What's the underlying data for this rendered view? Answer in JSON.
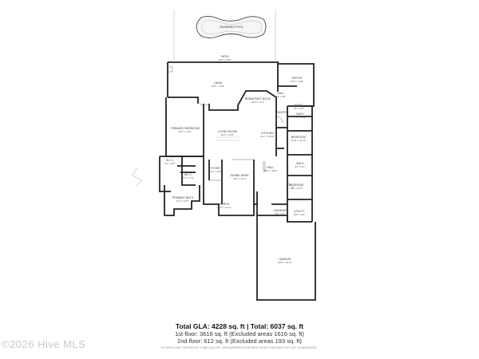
{
  "pool": {
    "name": "SWIMMING POOL"
  },
  "rooms": [
    {
      "id": "patio",
      "name": "PATIO",
      "dims": "33'0\" x 28'7\""
    },
    {
      "id": "office",
      "name": "OFFICE",
      "dims": "12'8\" x 13'0\""
    },
    {
      "id": "lanai",
      "name": "LANAI",
      "dims": "40'2\" x 16'6\""
    },
    {
      "id": "breakfast",
      "name": "BREAKFAST NOOK",
      "dims": "10'11\" x 9'7\""
    },
    {
      "id": "hall1",
      "name": "HALL",
      "dims": "15' x 3'8\""
    },
    {
      "id": "bath1",
      "name": "BATH",
      "dims": "7'9\" x 5'6\""
    },
    {
      "id": "primary-bedroom",
      "name": "PRIMARY BEDROOM",
      "dims": "16'4\" x 21'6\""
    },
    {
      "id": "living",
      "name": "LIVING ROOM",
      "dims": "19'0\" x 19'2\""
    },
    {
      "id": "kitchen",
      "name": "KITCHEN",
      "dims": "13'1\" x 16'10\""
    },
    {
      "id": "pantry",
      "name": "PANTRY",
      "dims": ""
    },
    {
      "id": "bath2",
      "name": "BATH",
      "dims": "7'8\" x 6'10\""
    },
    {
      "id": "bedroom1",
      "name": "BEDROOM",
      "dims": "11'11\" x 11'11\""
    },
    {
      "id": "bath3",
      "name": "BATH",
      "dims": "8'3\" x 6'1\""
    },
    {
      "id": "hall2",
      "name": "HALL",
      "dims": "18'7\" x 23'0\""
    },
    {
      "id": "bedroom2",
      "name": "BEDROOM",
      "dims": "13'8\" x 11'6\""
    },
    {
      "id": "foyer",
      "name": "FOYER",
      "dims": "7'11\" x 12'0\""
    },
    {
      "id": "dining",
      "name": "DINING AREA",
      "dims": "13'5\" x 16'1\""
    },
    {
      "id": "wic1",
      "name": "W.I.C.",
      "dims": "5'1\" x 8'6\""
    },
    {
      "id": "wic2",
      "name": "W.I.C.",
      "dims": "5'7\" x 7'4\""
    },
    {
      "id": "primary-bath",
      "name": "PRIMARY BATH",
      "dims": "11'7\" x 16'7\""
    },
    {
      "id": "porch",
      "name": "PORCH",
      "dims": "21'0\" x 12'11\""
    },
    {
      "id": "laundry",
      "name": "LAUNDRY",
      "dims": "5'6\" x 8'4\""
    },
    {
      "id": "utility",
      "name": "UTILITY",
      "dims": "8'10\" x 8'4\""
    },
    {
      "id": "garage",
      "name": "GARAGE",
      "dims": "22'8\" x 34'11\""
    }
  ],
  "footer": {
    "total": "Total GLA: 4228 sq. ft | Total: 6037 sq. ft",
    "floor1": "1st floor: 3616 sq. ft (Excluded areas 1616 sq. ft)",
    "floor2": "2nd floor: 612 sq. ft (Excluded areas 193 sq. ft)",
    "fine_print": "FLOOR PLANS CREATED BY CUBICASA APP. MEASUREMENTS DEEMED HIGHLY RELIABLE BUT NOT GUARANTEED."
  },
  "watermark": "©2026 Hive MLS"
}
